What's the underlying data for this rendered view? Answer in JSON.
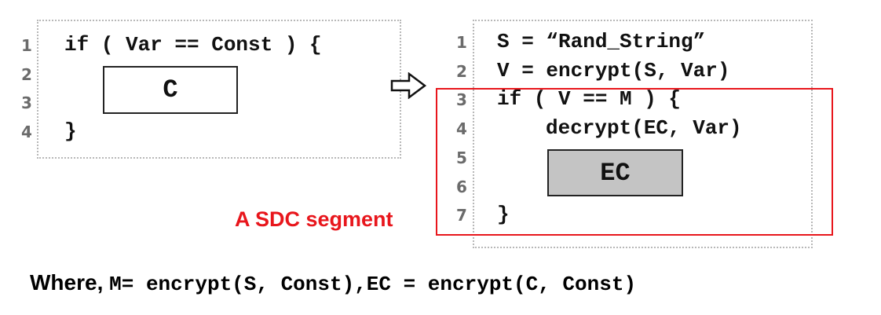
{
  "left_block": {
    "line_numbers": [
      "1",
      "2",
      "3",
      "4"
    ],
    "lines": [
      "if ( Var == Const ) {",
      "}"
    ],
    "box_label": "C"
  },
  "right_block": {
    "line_numbers": [
      "1",
      "2",
      "3",
      "4",
      "5",
      "6",
      "7"
    ],
    "lines": [
      "S = “Rand_String”",
      "V = encrypt(S, Var)",
      "if ( V == M ) {",
      "decrypt(EC, Var)",
      "}"
    ],
    "box_label": "EC"
  },
  "annotation": {
    "label": "A SDC segment",
    "color": "#e8161c"
  },
  "arrow": {
    "icon": "hollow-right-arrow-icon"
  },
  "footer": {
    "where_word": "Where,",
    "formula": "M= encrypt(S, Const),EC = encrypt(C, Const)"
  },
  "colors": {
    "ec_box_fill": "#c4c4c4",
    "line_number": "#6b6b6b"
  }
}
